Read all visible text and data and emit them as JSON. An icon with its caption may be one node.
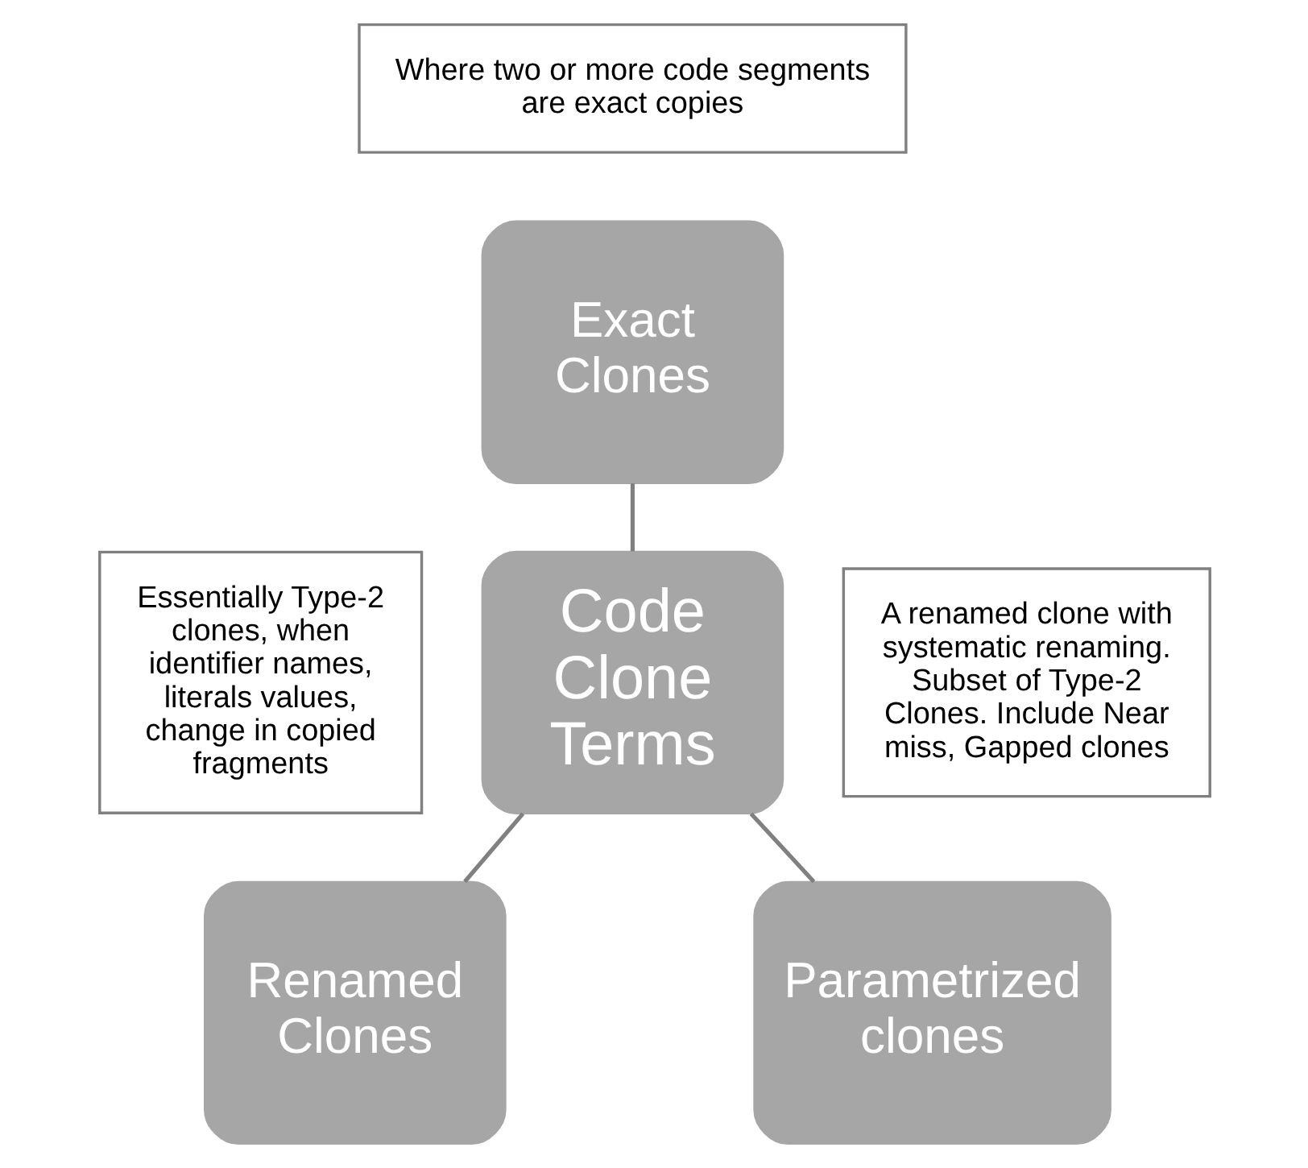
{
  "diagram": {
    "nodes": [
      {
        "text": [
          "Where two or more code segments are exact copies"
        ]
      },
      {
        "text": [
          "Exact Clones"
        ]
      },
      {
        "text": [
          "Essentially Type-2 clones, when identifier names, literals values, change in copied fragments"
        ]
      },
      {
        "text": [
          "Code Clone Terms"
        ]
      },
      {
        "text": [
          "A renamed clone with systematic renaming. Subset of Type-2 Clones. Include Near miss, Gapped clones"
        ]
      },
      {
        "text": [
          "Renamed Clones"
        ]
      },
      {
        "text": [
          "Parametrized clones"
        ]
      }
    ],
    "edges": [
      {
        "from": 1,
        "to": 3,
        "arrow": "none"
      },
      {
        "from": 3,
        "to": 5,
        "arrow": "none"
      },
      {
        "from": 3,
        "to": 6,
        "arrow": "none"
      }
    ]
  }
}
